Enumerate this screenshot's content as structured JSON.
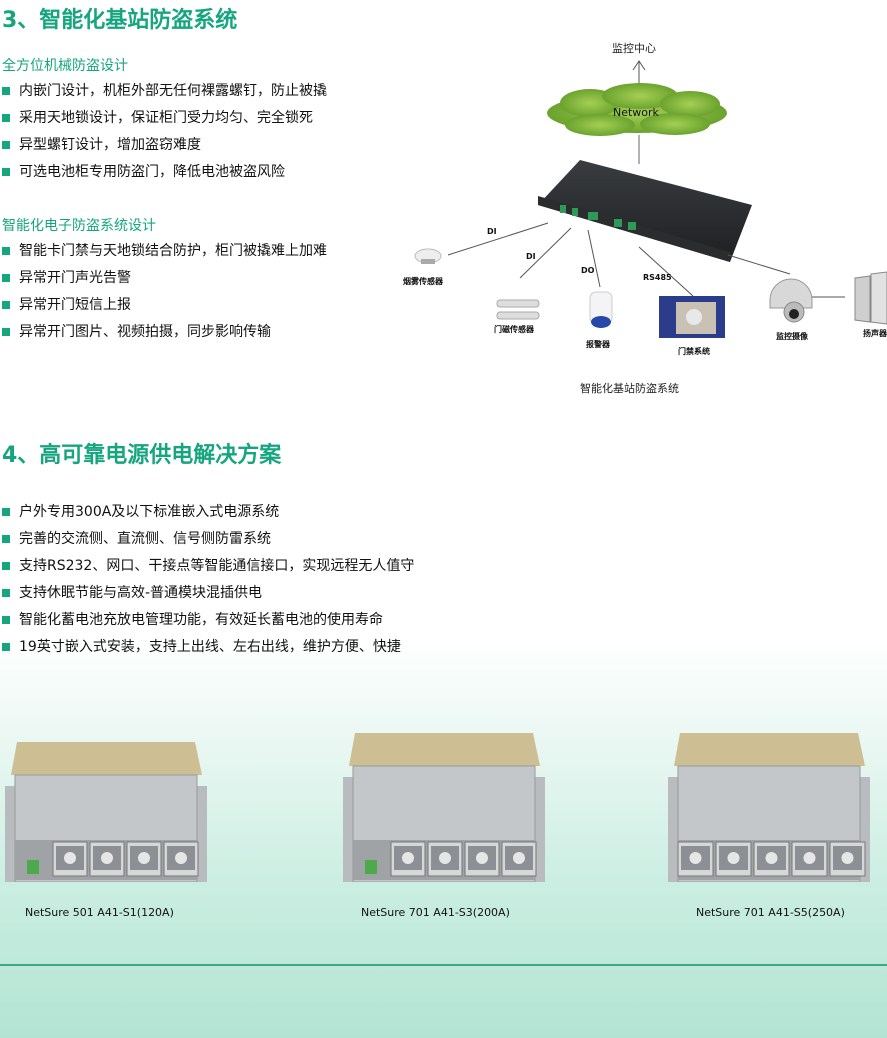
{
  "section3": {
    "title": "3、智能化基站防盗系统",
    "group1": {
      "heading": "全方位机械防盗设计",
      "items": [
        "内嵌门设计，机柜外部无任何裸露螺钉，防止被撬",
        "采用天地锁设计，保证柜门受力均匀、完全锁死",
        "异型螺钉设计，增加盗窃难度",
        "可选电池柜专用防盗门，降低电池被盗风险"
      ]
    },
    "group2": {
      "heading": "智能化电子防盗系统设计",
      "items": [
        "智能卡门禁与天地锁结合防护，柜门被撬难上加难",
        "异常开门声光告警",
        "异常开门短信上报",
        "异常开门图片、视频拍摄，同步影响传输"
      ]
    },
    "diagram": {
      "center": "监控中心",
      "network": "Network",
      "links": {
        "di1": "DI",
        "di2": "DI",
        "do": "DO",
        "rs485": "RS485"
      },
      "devices": {
        "smoke": "烟雾传感器",
        "door": "门磁传感器",
        "alarm": "报警器",
        "access": "门禁系统",
        "camera": "监控摄像",
        "speaker": "扬声器"
      },
      "caption": "智能化基站防盗系统"
    }
  },
  "section4": {
    "title": "4、高可靠电源供电解决方案",
    "items": [
      "户外专用300A及以下标准嵌入式电源系统",
      "完善的交流侧、直流侧、信号侧防雷系统",
      "支持RS232、网口、干接点等智能通信接口，实现远程无人值守",
      "支持休眠节能与高效-普通模块混插供电",
      "智能化蓄电池充放电管理功能，有效延长蓄电池的使用寿命",
      "19英寸嵌入式安装，支持上出线、左右出线，维护方便、快捷"
    ],
    "products": [
      {
        "name": "NetSure 501 A41-S1(120A)",
        "modules": 4
      },
      {
        "name": "NetSure 701 A41-S3(200A)",
        "modules": 4
      },
      {
        "name": "NetSure 701 A41-S5(250A)",
        "modules": 5
      }
    ]
  },
  "colors": {
    "accent": "#16a67f",
    "cloud": "#7fb23a"
  }
}
